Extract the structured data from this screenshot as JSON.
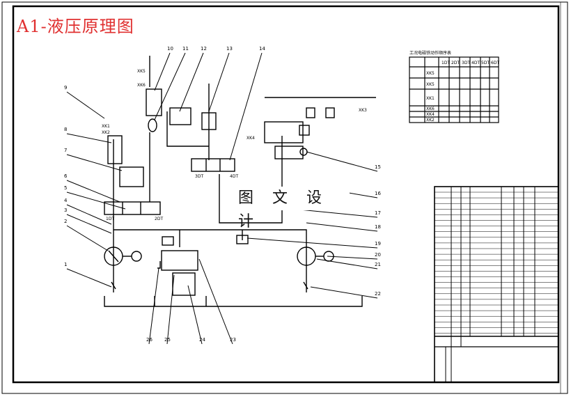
{
  "title": "A1-液压原理图",
  "watermark": "图 文 设 计",
  "balloons": [
    "1",
    "2",
    "3",
    "4",
    "5",
    "6",
    "7",
    "8",
    "9",
    "10",
    "11",
    "12",
    "13",
    "14",
    "15",
    "16",
    "17",
    "18",
    "19",
    "20",
    "21",
    "22",
    "23",
    "24",
    "25",
    "26"
  ],
  "solenoids": [
    "1DT",
    "2DT",
    "3DT",
    "4DT"
  ],
  "switches": [
    "XK5",
    "XK1",
    "XK2",
    "XK3",
    "XK4",
    "XK6"
  ],
  "colors": {
    "title": "#e03030",
    "line": "#000000",
    "paper": "#ffffff"
  }
}
